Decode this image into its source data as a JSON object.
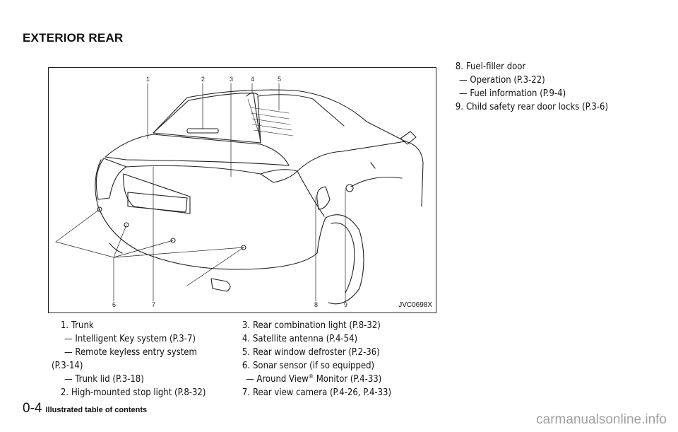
{
  "heading": "EXTERIOR REAR",
  "figure": {
    "callouts": [
      "1",
      "2",
      "3",
      "4",
      "5",
      "6",
      "7",
      "8",
      "9"
    ],
    "code": "JVC0698X"
  },
  "col1": {
    "i1_num": "1.",
    "i1": "Trunk",
    "i1a": "— Intelligent Key system (P.3-7)",
    "i1b": "— Remote keyless entry system",
    "i1b_cont": "(P.3-14)",
    "i1c": "— Trunk lid (P.3-18)",
    "i2_num": "2.",
    "i2": "High-mounted stop light (P.8-32)"
  },
  "col2": {
    "i3_num": "3.",
    "i3": "Rear combination light (P.8-32)",
    "i4_num": "4.",
    "i4": "Satellite antenna (P.4-54)",
    "i5_num": "5.",
    "i5": "Rear window defroster (P.2-36)",
    "i6_num": "6.",
    "i6": "Sonar sensor (if so equipped)",
    "i6a_pre": "— Around View",
    "i6a_sup": "®",
    "i6a_post": " Monitor (P.4-33)",
    "i7_num": "7.",
    "i7": "Rear view camera (P.4-26, P.4-33)"
  },
  "col3": {
    "i8_num": "8.",
    "i8": "Fuel-filler door",
    "i8a": "— Operation (P.3-22)",
    "i8b": "— Fuel information (P.9-4)",
    "i9_num": "9.",
    "i9": "Child safety rear door locks (P.3-6)"
  },
  "footer": {
    "page": "0-4",
    "section": "Illustrated table of contents",
    "watermark": "carmanualsonline.info"
  }
}
